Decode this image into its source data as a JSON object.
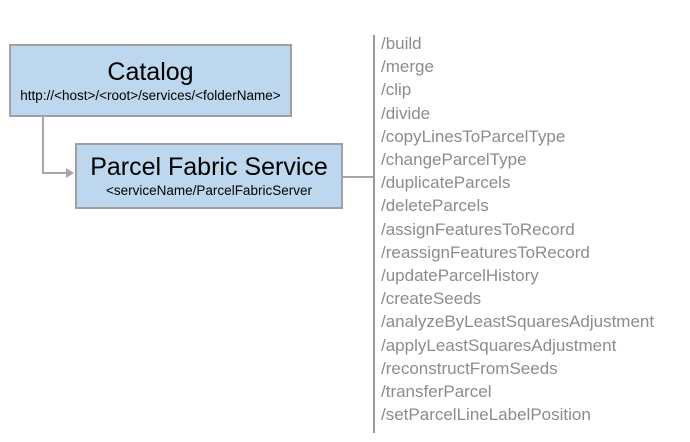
{
  "diagram": {
    "catalog": {
      "title": "Catalog",
      "subtitle": "http://<host>/<root>/services/<folderName>"
    },
    "service": {
      "title": "Parcel Fabric Service",
      "subtitle": "<serviceName/ParcelFabricServer"
    },
    "endpoints": [
      "/build",
      "/merge",
      "/clip",
      "/divide",
      "/copyLinesToParcelType",
      "/changeParcelType",
      "/duplicateParcels",
      "/deleteParcels",
      "/assignFeaturesToRecord",
      "/reassignFeaturesToRecord",
      "/updateParcelHistory",
      "/createSeeds",
      "/analyzeByLeastSquaresAdjustment",
      "/applyLeastSquaresAdjustment",
      "/reconstructFromSeeds",
      "/transferParcel",
      "/setParcelLineLabelPosition"
    ],
    "colors": {
      "box_fill": "#bdd7ee",
      "box_border": "#a0a0a0",
      "connector": "#a6a6a6",
      "rule": "#999999",
      "endpoint_text": "#8c8c8c",
      "title_text": "#000000"
    }
  }
}
